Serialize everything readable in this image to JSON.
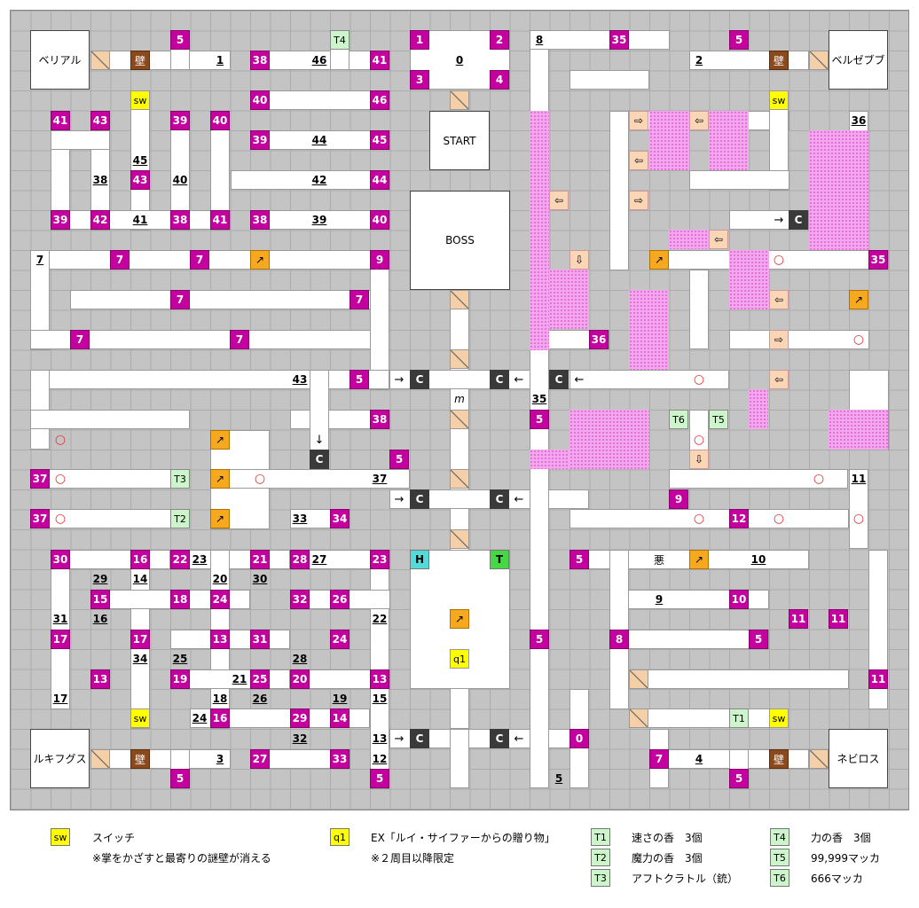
{
  "rooms": {
    "start": "START",
    "boss": "BOSS",
    "belial": "ベリアル",
    "beelzebub": "ベルゼブブ",
    "lucifuge": "ルキフグス",
    "nebiros": "ネビロス"
  },
  "labels": {
    "wall": "壁",
    "switch": "sw",
    "ferry": "C",
    "heal": "H",
    "terminal": "T",
    "demon": "悪",
    "circle": "○",
    "stairs_up": "↗",
    "arrow_right": "→",
    "arrow_left": "←",
    "arrow_down": "↓",
    "push_left": "⇦",
    "push_right": "⇨",
    "push_down": "⇩",
    "m_marker": "m",
    "quest": "q1"
  },
  "floor_numbers": {
    "n0": "0",
    "n1": "1",
    "n2": "2",
    "n3": "3",
    "n4": "4",
    "n5": "5",
    "n7": "7",
    "n8": "8",
    "n9": "9",
    "n10": "10",
    "n11": "11",
    "n12": "12",
    "n13": "13",
    "n14": "14",
    "n15": "15",
    "n16": "16",
    "n17": "17",
    "n18": "18",
    "n19": "19",
    "n20": "20",
    "n21": "21",
    "n22": "22",
    "n23": "23",
    "n24": "24",
    "n25": "25",
    "n26": "26",
    "n27": "27",
    "n28": "28",
    "n29": "29",
    "n30": "30",
    "n31": "31",
    "n32": "32",
    "n33": "33",
    "n34": "34",
    "n35": "35",
    "n36": "36",
    "n37": "37",
    "n38": "38",
    "n39": "39",
    "n40": "40",
    "n41": "41",
    "n42": "42",
    "n43": "43",
    "n44": "44",
    "n45": "45",
    "n46": "46"
  },
  "treasures": {
    "t1": "T1",
    "t2": "T2",
    "t3": "T3",
    "t4": "T4",
    "t5": "T5",
    "t6": "T6"
  },
  "legend": {
    "sw_key": "sw",
    "sw_text": "スイッチ",
    "sw_note": "※掌をかざすと最寄りの謎壁が消える",
    "q1_key": "q1",
    "q1_text": "EX「ルイ・サイファーからの贈り物」",
    "q1_note": "※２周目以降限定",
    "items": [
      {
        "key": "T1",
        "text": "速さの香　3個"
      },
      {
        "key": "T2",
        "text": "魔力の香　3個"
      },
      {
        "key": "T3",
        "text": "アフトクラトル（銃）"
      },
      {
        "key": "T4",
        "text": "力の香　3個"
      },
      {
        "key": "T5",
        "text": "99,999マッカ"
      },
      {
        "key": "T6",
        "text": "666マッカ"
      }
    ]
  }
}
